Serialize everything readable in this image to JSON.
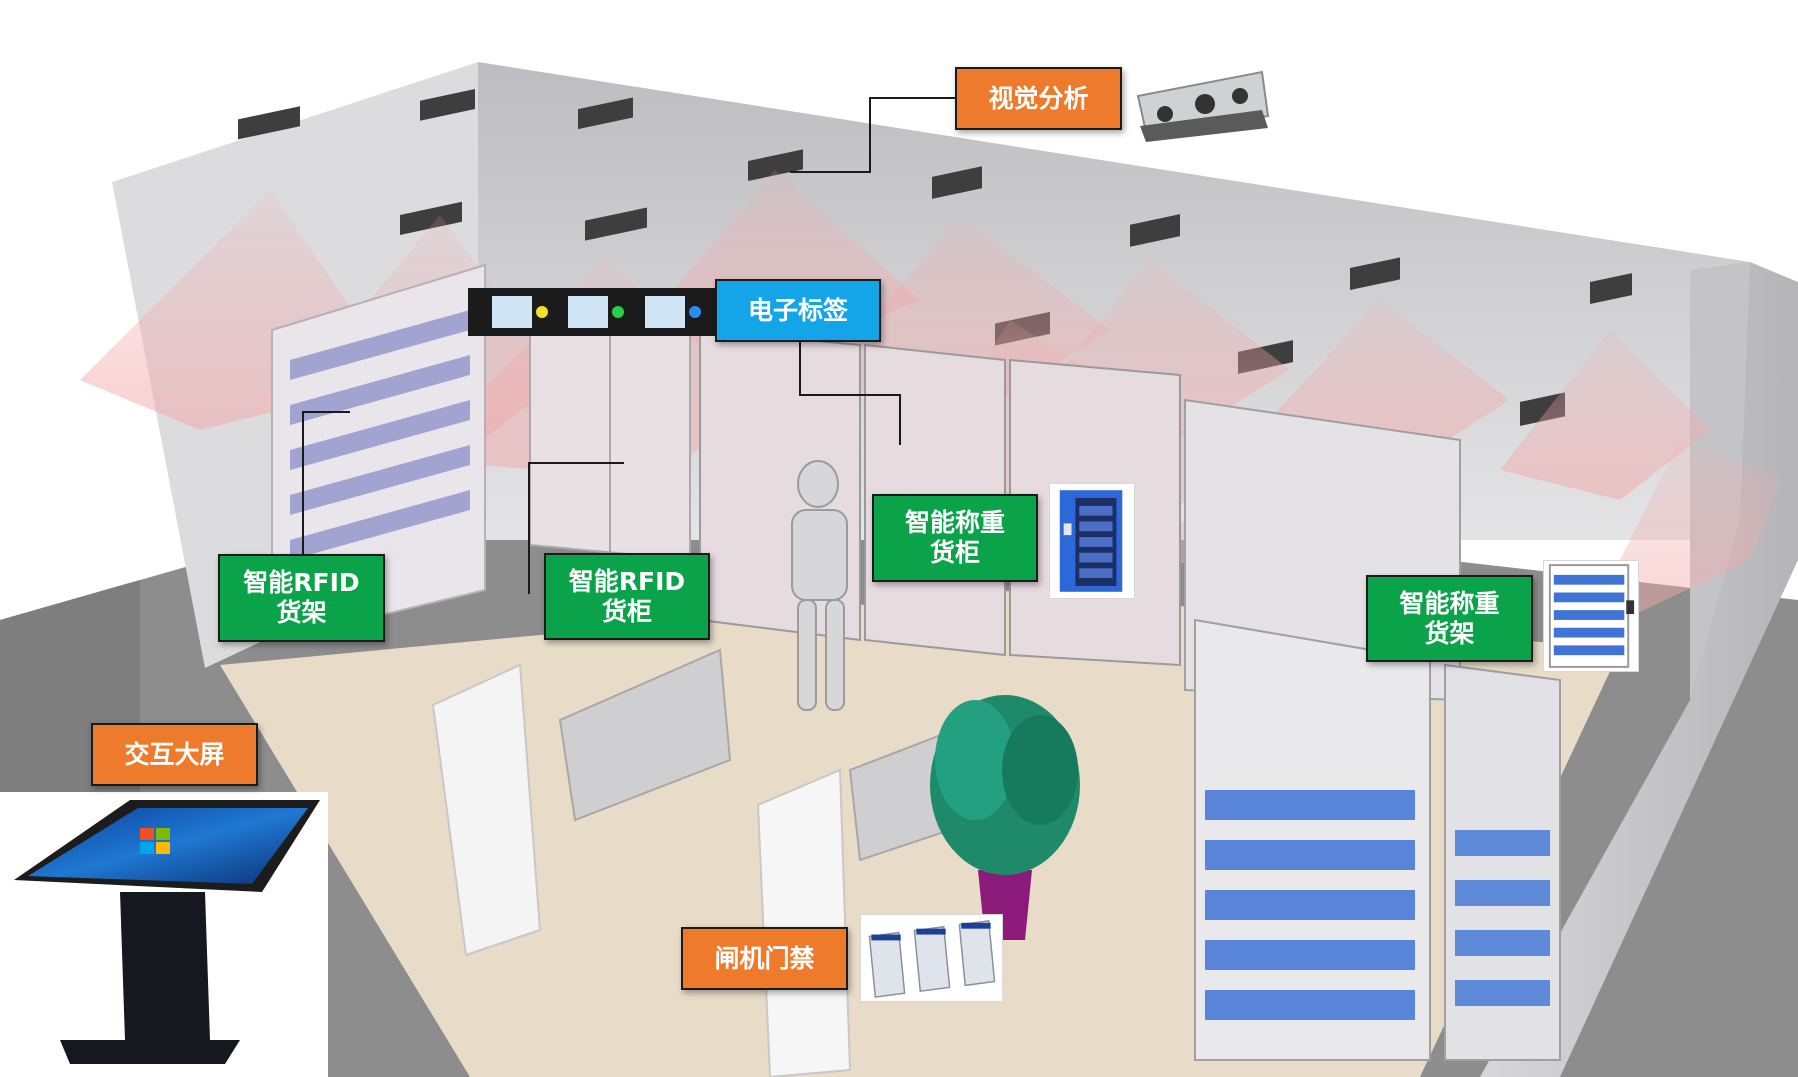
{
  "labels": {
    "vision": "视觉分析",
    "etag": "电子标签",
    "rfid_shelf": "智能RFID\n货架",
    "rfid_cabinet": "智能RFID\n货柜",
    "weigh_cabinet": "智能称重\n货柜",
    "weigh_shelf": "智能称重\n货架",
    "screen": "交互大屏",
    "gate": "闸机门禁"
  },
  "colors": {
    "orange": "#ee7a2b",
    "blue": "#14a4e8",
    "green": "#0aa34a",
    "floor_dark": "#8a8a8a",
    "wall": "#cfcfd2",
    "scan_beam": "#f3a9a9",
    "bin_blue": "#3f74d6"
  }
}
